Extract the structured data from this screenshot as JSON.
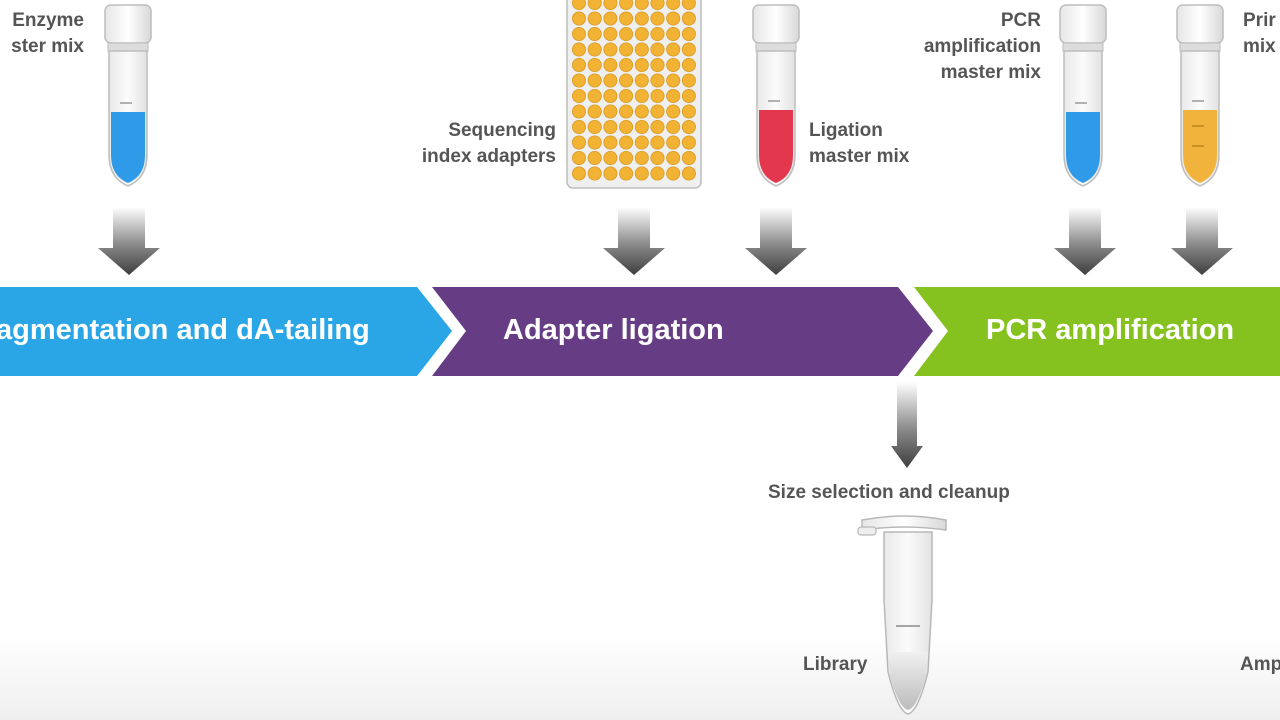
{
  "colors": {
    "stage1": "#2aa6e6",
    "stage2": "#663d85",
    "stage3": "#86c21f",
    "blue_liquid": "#2e9ae8",
    "red_liquid": "#e3374e",
    "orange_liquid": "#f1b33c",
    "well": "#f2b233",
    "label_text": "#555555"
  },
  "stages": [
    {
      "label": "agmentation and dA-tailing"
    },
    {
      "label": "Adapter ligation"
    },
    {
      "label": "PCR amplification"
    }
  ],
  "reagents": {
    "enzyme": {
      "line1": "Enzyme",
      "line2": "ster mix"
    },
    "adapters": {
      "line1": "Sequencing",
      "line2": "index adapters"
    },
    "ligation": {
      "line1": "Ligation",
      "line2": "master mix"
    },
    "pcr": {
      "line1": "PCR",
      "line2": "amplification",
      "line3": "master mix"
    },
    "primer": {
      "line1": "Prir",
      "line2": "mix"
    }
  },
  "steps": {
    "size_selection": "Size selection and cleanup",
    "library": "Library",
    "amplified": "Amp"
  },
  "icons": {
    "tube": "centrifuge-tube-icon",
    "plate": "96-well-plate-icon",
    "arrow": "down-arrow-icon",
    "microtube": "microcentrifuge-tube-icon"
  }
}
